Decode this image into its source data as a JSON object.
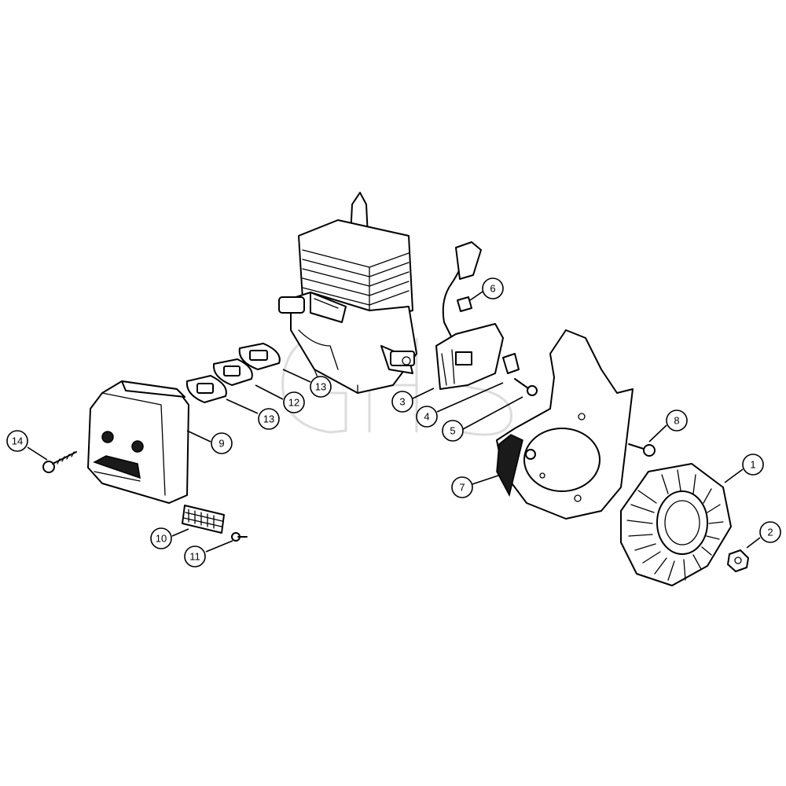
{
  "callouts": [
    {
      "id": "c1",
      "label": "1",
      "part": "fan-wheel"
    },
    {
      "id": "c2",
      "label": "2",
      "part": "nut"
    },
    {
      "id": "c3",
      "label": "3",
      "part": "ignition-module"
    },
    {
      "id": "c4",
      "label": "4",
      "part": "spacer-plate"
    },
    {
      "id": "c5",
      "label": "5",
      "part": "screw"
    },
    {
      "id": "c6",
      "label": "6",
      "part": "terminal-clip"
    },
    {
      "id": "c7",
      "label": "7",
      "part": "fan-housing"
    },
    {
      "id": "c8",
      "label": "8",
      "part": "screw"
    },
    {
      "id": "c9",
      "label": "9",
      "part": "muffler"
    },
    {
      "id": "c10",
      "label": "10",
      "part": "spark-arresting-screen"
    },
    {
      "id": "c11",
      "label": "11",
      "part": "screw"
    },
    {
      "id": "c12",
      "label": "12",
      "part": "gasket"
    },
    {
      "id": "c13a",
      "label": "13",
      "part": "gasket"
    },
    {
      "id": "c13b",
      "label": "13",
      "part": "gasket"
    },
    {
      "id": "c14",
      "label": "14",
      "part": "screw"
    }
  ],
  "watermark": "GHS"
}
